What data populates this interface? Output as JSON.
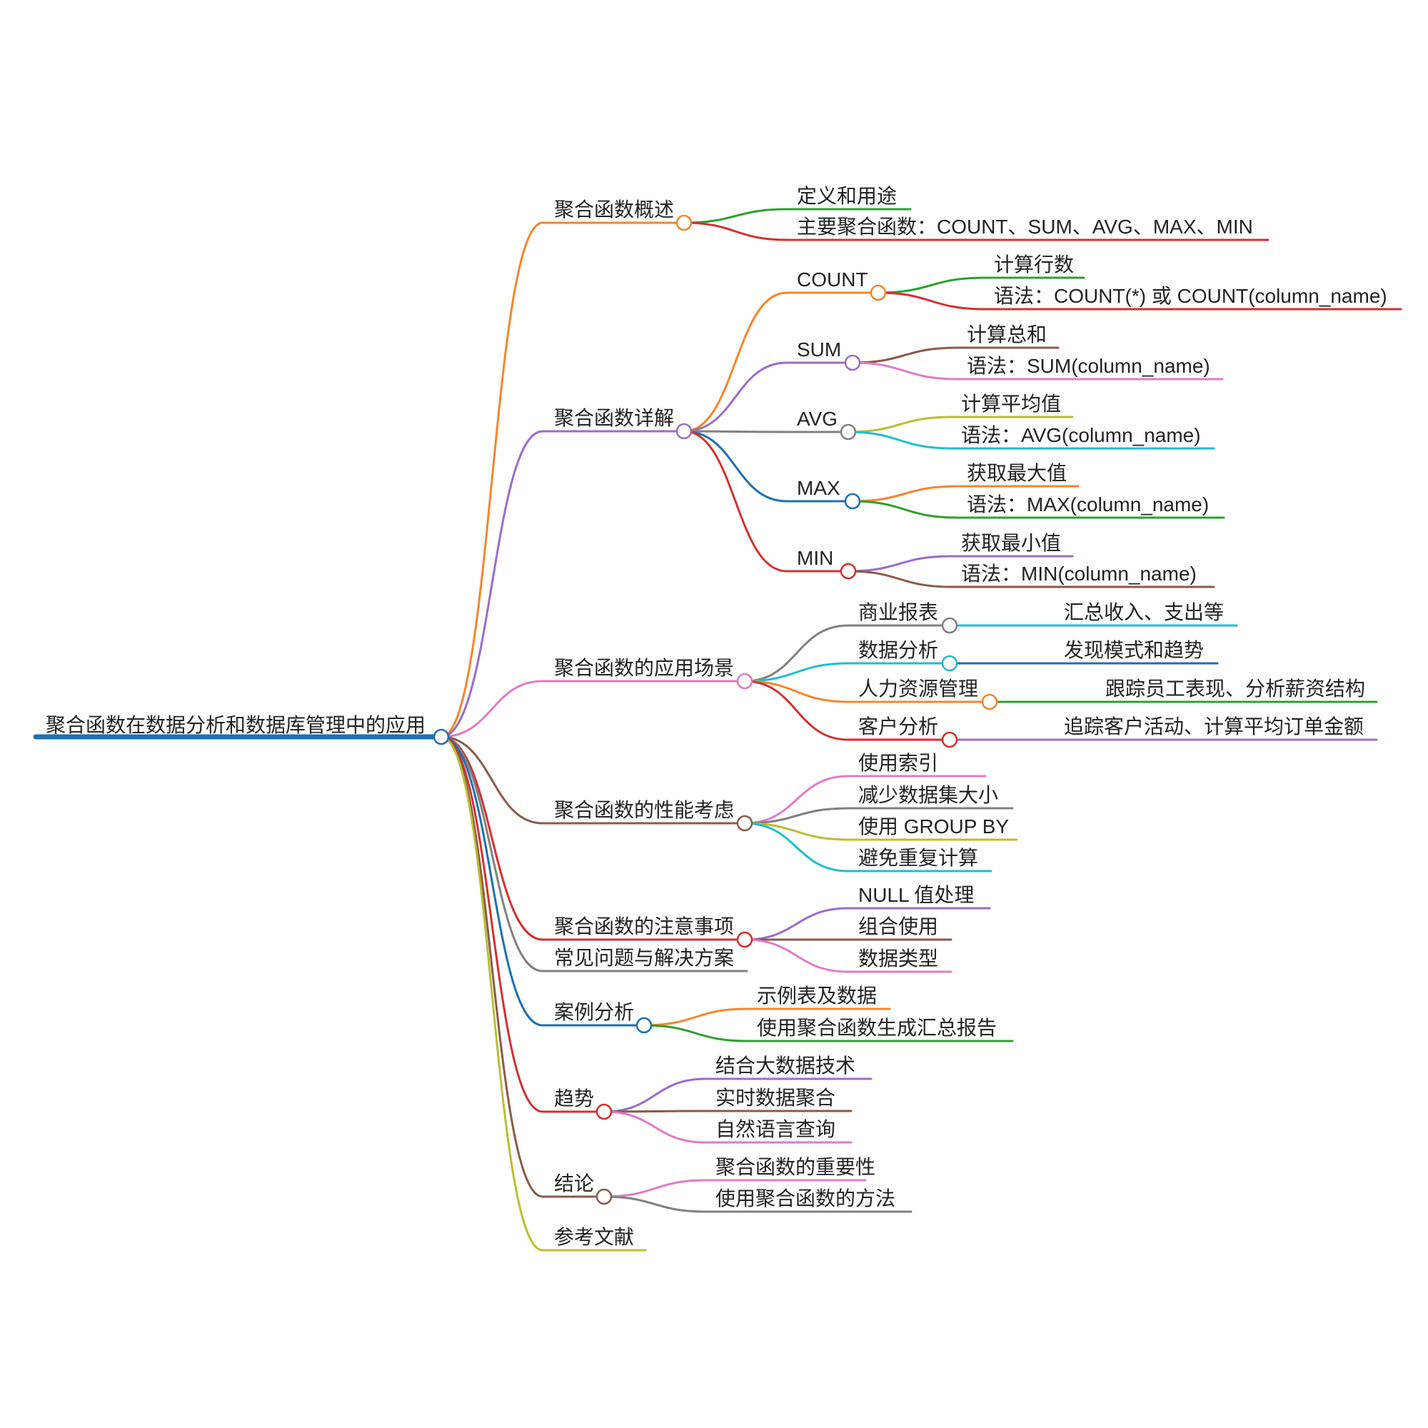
{
  "title": "聚合函数在数据分析和数据库管理中的应用",
  "colors": {
    "root": "#1f6fb0",
    "orange": "#f5862a",
    "purple": "#9b6cc9",
    "pink": "#e17ac7",
    "brown": "#8a5a48",
    "red": "#d42f30",
    "gray": "#808080",
    "blue": "#1f6fb0",
    "olive": "#b9be31",
    "green": "#2ca12e",
    "cyan": "#1fbed0",
    "darkblue": "#1f6fb0"
  },
  "branches": [
    {
      "label": "聚合函数概述",
      "color": "orange",
      "children": [
        {
          "label": "定义和用途",
          "color": "green"
        },
        {
          "label": "主要聚合函数：COUNT、SUM、AVG、MAX、MIN",
          "color": "red"
        }
      ]
    },
    {
      "label": "聚合函数详解",
      "color": "purple",
      "children": [
        {
          "label": "COUNT",
          "color": "orange",
          "children": [
            {
              "label": "计算行数",
              "color": "green"
            },
            {
              "label": "语法：COUNT(*) 或 COUNT(column_name)",
              "color": "red"
            }
          ]
        },
        {
          "label": "SUM",
          "color": "purple",
          "children": [
            {
              "label": "计算总和",
              "color": "brown"
            },
            {
              "label": "语法：SUM(column_name)",
              "color": "pink"
            }
          ]
        },
        {
          "label": "AVG",
          "color": "gray",
          "children": [
            {
              "label": "计算平均值",
              "color": "olive"
            },
            {
              "label": "语法：AVG(column_name)",
              "color": "cyan"
            }
          ]
        },
        {
          "label": "MAX",
          "color": "blue",
          "children": [
            {
              "label": "获取最大值",
              "color": "orange"
            },
            {
              "label": "语法：MAX(column_name)",
              "color": "green"
            }
          ]
        },
        {
          "label": "MIN",
          "color": "red",
          "children": [
            {
              "label": "获取最小值",
              "color": "purple"
            },
            {
              "label": "语法：MIN(column_name)",
              "color": "brown"
            }
          ]
        }
      ]
    },
    {
      "label": "聚合函数的应用场景",
      "color": "pink",
      "children": [
        {
          "label": "商业报表",
          "color": "gray",
          "children": [
            {
              "label": "汇总收入、支出等",
              "color": "cyan"
            }
          ]
        },
        {
          "label": "数据分析",
          "color": "cyan",
          "children": [
            {
              "label": "发现模式和趋势",
              "color": "darkblue"
            }
          ]
        },
        {
          "label": "人力资源管理",
          "color": "orange",
          "children": [
            {
              "label": "跟踪员工表现、分析薪资结构",
              "color": "green"
            }
          ]
        },
        {
          "label": "客户分析",
          "color": "red",
          "children": [
            {
              "label": "追踪客户活动、计算平均订单金额",
              "color": "purple"
            }
          ]
        }
      ]
    },
    {
      "label": "聚合函数的性能考虑",
      "color": "brown",
      "children": [
        {
          "label": "使用索引",
          "color": "pink"
        },
        {
          "label": "减少数据集大小",
          "color": "gray"
        },
        {
          "label": "使用 GROUP BY",
          "color": "olive"
        },
        {
          "label": "避免重复计算",
          "color": "cyan"
        }
      ]
    },
    {
      "label": "聚合函数的注意事项",
      "color": "red",
      "children": [
        {
          "label": "NULL 值处理",
          "color": "purple"
        },
        {
          "label": "组合使用",
          "color": "brown"
        },
        {
          "label": "数据类型",
          "color": "pink"
        }
      ]
    },
    {
      "label": "常见问题与解决方案",
      "color": "gray",
      "children": []
    },
    {
      "label": "案例分析",
      "color": "blue",
      "children": [
        {
          "label": "示例表及数据",
          "color": "orange"
        },
        {
          "label": "使用聚合函数生成汇总报告",
          "color": "green"
        }
      ]
    },
    {
      "label": "趋势",
      "color": "red",
      "children": [
        {
          "label": "结合大数据技术",
          "color": "purple"
        },
        {
          "label": "实时数据聚合",
          "color": "brown"
        },
        {
          "label": "自然语言查询",
          "color": "pink"
        }
      ]
    },
    {
      "label": "结论",
      "color": "brown",
      "children": [
        {
          "label": "聚合函数的重要性",
          "color": "pink"
        },
        {
          "label": "使用聚合函数的方法",
          "color": "gray"
        }
      ]
    },
    {
      "label": "参考文献",
      "color": "olive",
      "children": []
    }
  ]
}
